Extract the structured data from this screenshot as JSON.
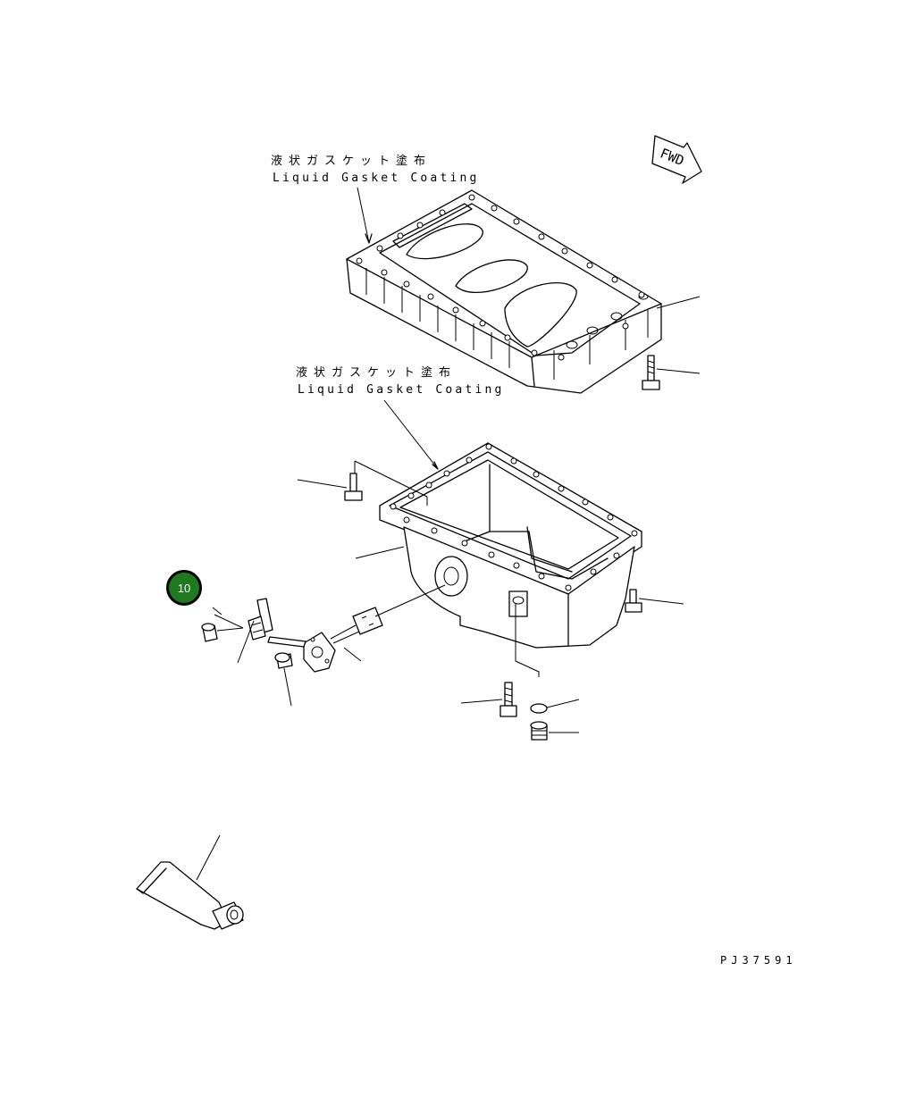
{
  "annotations": {
    "upper_jp": "液状ガスケット塗布",
    "upper_en": "Liquid Gasket Coating",
    "lower_jp": "液状ガスケット塗布",
    "lower_en": "Liquid Gasket Coating"
  },
  "fwd_label": "FWD",
  "callout": {
    "number": "10",
    "color": "#1f7a1f"
  },
  "figure_code": "PJ37591",
  "icons": [
    "fwd-arrow-icon",
    "oil-pan-spacer-icon",
    "oil-pan-icon",
    "bolt-icon",
    "oil-level-sensor-icon",
    "drain-plug-icon",
    "gasket-tube-icon"
  ]
}
